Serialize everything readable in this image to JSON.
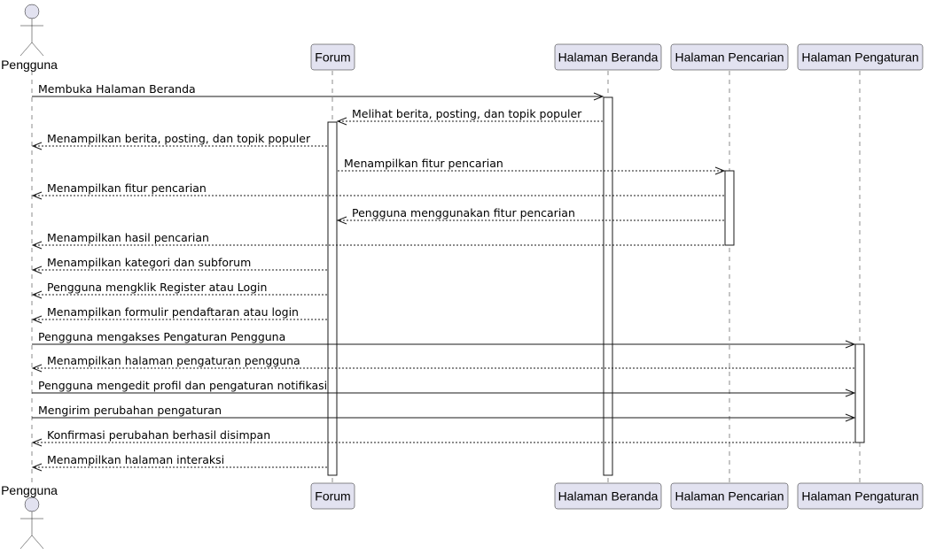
{
  "actor": {
    "name": "Pengguna"
  },
  "participants": [
    {
      "id": "forum",
      "name": "Forum"
    },
    {
      "id": "beranda",
      "name": "Halaman Beranda"
    },
    {
      "id": "pencarian",
      "name": "Halaman Pencarian"
    },
    {
      "id": "pengaturan",
      "name": "Halaman Pengaturan"
    }
  ],
  "messages": [
    {
      "from": "pengguna",
      "to": "beranda",
      "text": "Membuka Halaman Beranda",
      "style": "solid"
    },
    {
      "from": "beranda",
      "to": "forum",
      "text": "Melihat berita, posting, dan topik populer",
      "style": "dashed"
    },
    {
      "from": "forum",
      "to": "pengguna",
      "text": "Menampilkan berita, posting, dan topik populer",
      "style": "dashed"
    },
    {
      "from": "forum",
      "to": "pencarian",
      "text": "Menampilkan fitur pencarian",
      "style": "dashed"
    },
    {
      "from": "pencarian",
      "to": "pengguna",
      "text": "Menampilkan fitur pencarian",
      "style": "dashed"
    },
    {
      "from": "pencarian",
      "to": "forum",
      "text": "Pengguna menggunakan fitur pencarian",
      "style": "dashed"
    },
    {
      "from": "pencarian",
      "to": "pengguna",
      "text": "Menampilkan hasil pencarian",
      "style": "dashed"
    },
    {
      "from": "forum",
      "to": "pengguna",
      "text": "Menampilkan kategori dan subforum",
      "style": "dashed"
    },
    {
      "from": "forum",
      "to": "pengguna",
      "text": "Pengguna mengklik Register atau Login",
      "style": "dashed"
    },
    {
      "from": "forum",
      "to": "pengguna",
      "text": "Menampilkan formulir pendaftaran atau login",
      "style": "dashed"
    },
    {
      "from": "pengguna",
      "to": "pengaturan",
      "text": "Pengguna mengakses Pengaturan Pengguna",
      "style": "solid"
    },
    {
      "from": "pengaturan",
      "to": "pengguna",
      "text": "Menampilkan halaman pengaturan pengguna",
      "style": "dashed"
    },
    {
      "from": "pengguna",
      "to": "pengaturan",
      "text": "Pengguna mengedit profil dan pengaturan notifikasi",
      "style": "solid"
    },
    {
      "from": "pengguna",
      "to": "pengaturan",
      "text": "Mengirim perubahan pengaturan",
      "style": "solid"
    },
    {
      "from": "pengaturan",
      "to": "pengguna",
      "text": "Konfirmasi perubahan berhasil disimpan",
      "style": "dashed"
    },
    {
      "from": "forum",
      "to": "pengguna",
      "text": "Menampilkan halaman interaksi",
      "style": "dashed"
    }
  ]
}
